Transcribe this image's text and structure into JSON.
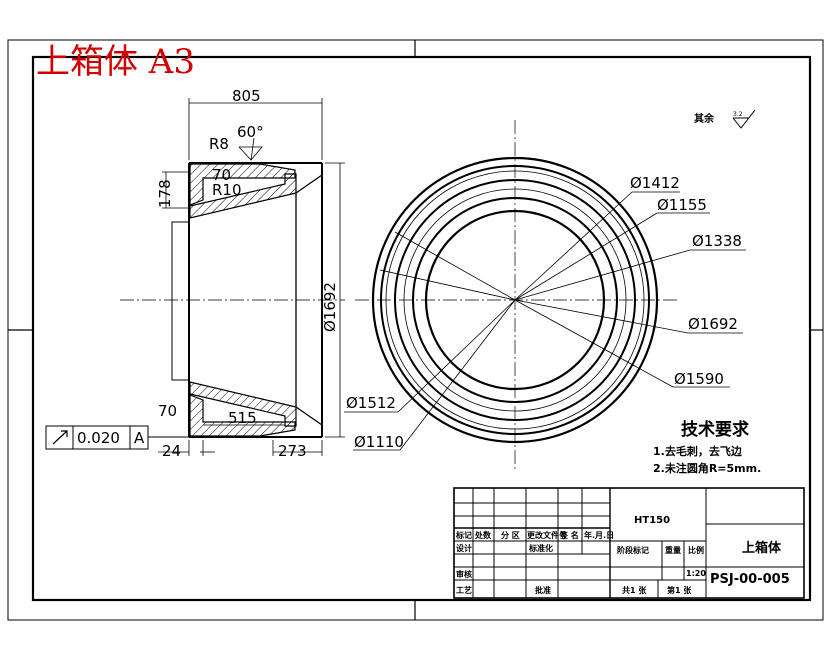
{
  "sheet_title": "上箱体 A3",
  "roughness_note": "其余",
  "roughness_symbol": "3.2",
  "side_dims": {
    "width": "805",
    "angle": "60°",
    "r8": "R8",
    "d70_top": "70",
    "r10": "R10",
    "d178": "178",
    "d1692": "Ø1692",
    "d70_bottom": "70",
    "d515": "515",
    "d24": "24",
    "d273": "273"
  },
  "tolerance": {
    "value": "0.020",
    "datum": "A"
  },
  "circle_dims": [
    "Ø1412",
    "Ø1155",
    "Ø1338",
    "Ø1692",
    "Ø1590",
    "Ø1512",
    "Ø1110"
  ],
  "tech_req": {
    "heading": "技术要求",
    "items": [
      "1.去毛刺，去飞边",
      "2.未注圆角R=5mm."
    ]
  },
  "title_block": {
    "material": "HT150",
    "part_name": "上箱体",
    "drawing_no": "PSJ-00-005",
    "row_labels": [
      "标记",
      "处数",
      "分 区",
      "更改文件号",
      "签 名",
      "年.月.日"
    ],
    "design": "设计",
    "standard": "标准化",
    "review": "审核",
    "process": "工艺",
    "approve": "批准",
    "stage": "阶段标记",
    "weight": "重量",
    "scale": "比例",
    "scale_value": "1:20",
    "sheets_total": "共1 张",
    "sheet_no": "第1 张"
  }
}
